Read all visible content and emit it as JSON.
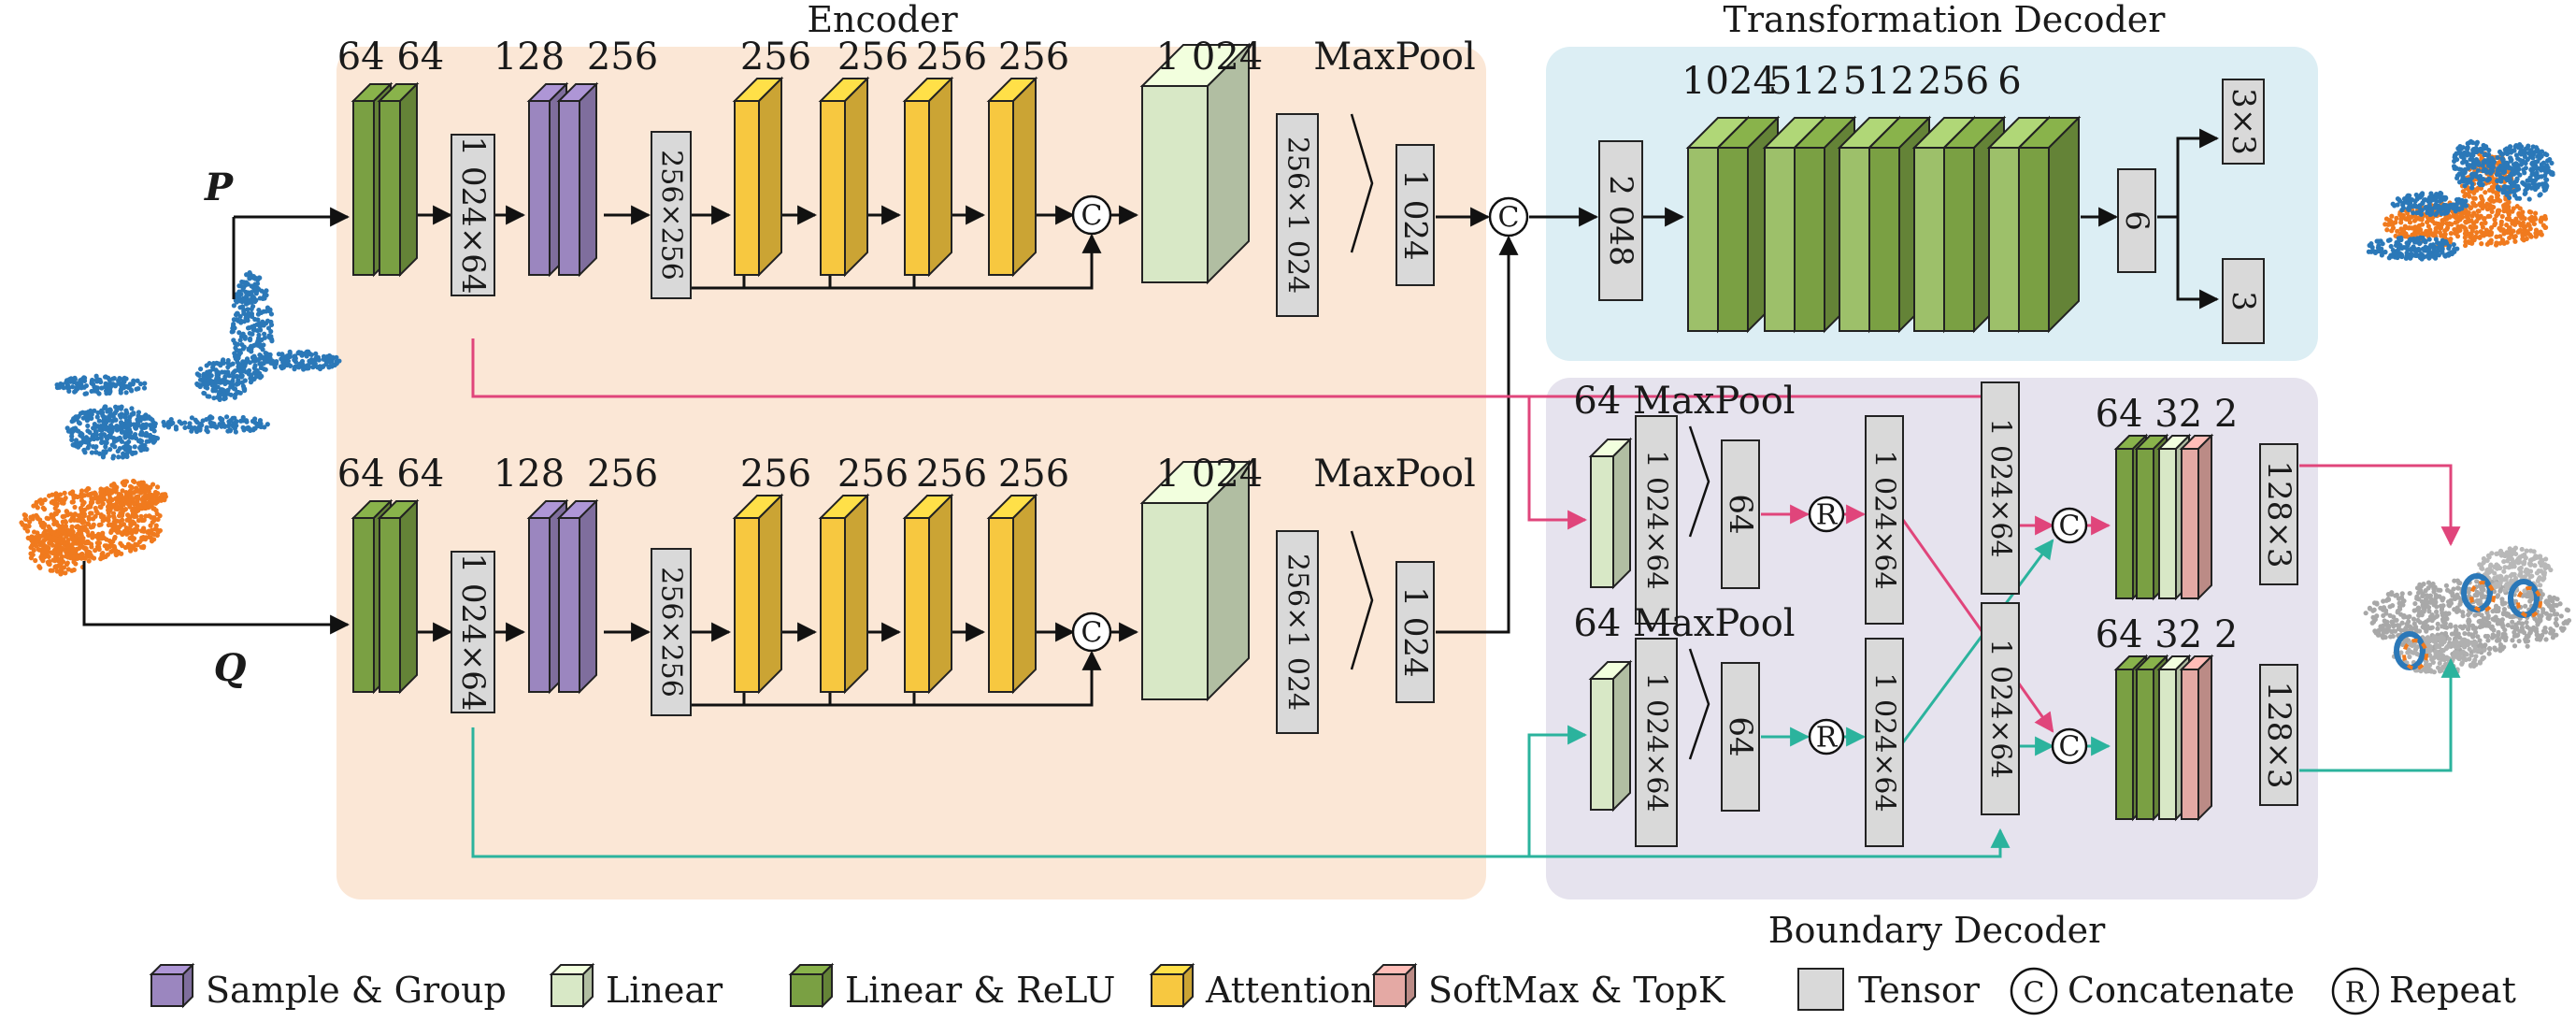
{
  "titles": {
    "encoder": "Encoder",
    "transformation_decoder": "Transformation Decoder",
    "boundary_decoder": "Boundary Decoder"
  },
  "inputs": {
    "p": "P",
    "q": "Q"
  },
  "encoder_p": {
    "labels": [
      "64 64",
      "128",
      "256",
      "256",
      "256",
      "256",
      "256",
      "1 024",
      "MaxPool"
    ],
    "tensors": [
      "1 024×64",
      "256×256",
      "256×1 024",
      "1 024"
    ]
  },
  "encoder_q": {
    "labels": [
      "64 64",
      "128",
      "256",
      "256",
      "256",
      "256",
      "256",
      "1 024",
      "MaxPool"
    ],
    "tensors": [
      "1 024×64",
      "256×256",
      "256×1 024",
      "1 024"
    ]
  },
  "transformation": {
    "labels": [
      "1024",
      "512",
      "512",
      "256",
      "6"
    ],
    "tensors": [
      "2 048",
      "6",
      "3×3",
      "3"
    ]
  },
  "boundary": {
    "row1": {
      "label": "64 MaxPool",
      "tensors": [
        "1 024×64",
        "64",
        "1 024×64",
        "1 024×64"
      ],
      "out_labels": "64 32 2",
      "out_tensor": "128×3"
    },
    "row2": {
      "label": "64 MaxPool",
      "tensors": [
        "1 024×64",
        "64",
        "1 024×64",
        "1 024×64"
      ],
      "out_labels": "64 32 2",
      "out_tensor": "128×3"
    }
  },
  "symbols": {
    "concat": "C",
    "repeat": "R"
  },
  "legend": [
    {
      "label": "Sample & Group",
      "kind": "block",
      "color": "#9b86bf"
    },
    {
      "label": "Linear",
      "kind": "block",
      "color": "#d8e8c6"
    },
    {
      "label": "Linear & ReLU",
      "kind": "block",
      "color": "#7aa043"
    },
    {
      "label": "Attention",
      "kind": "block",
      "color": "#f7c840"
    },
    {
      "label": "SoftMax & TopK",
      "kind": "block",
      "color": "#e4a9a4"
    },
    {
      "label": "Tensor",
      "kind": "tensor",
      "color": "#d9d9d9"
    },
    {
      "label": "Concatenate",
      "kind": "circle",
      "symbol": "C"
    },
    {
      "label": "Repeat",
      "kind": "circle",
      "symbol": "R"
    }
  ],
  "colors": {
    "encoder_bg": "#fbe7d6",
    "transformation_bg": "#dceef4",
    "boundary_bg": "#e6e3ee",
    "pink_path": "#e0457b",
    "teal_path": "#2bb39d",
    "plane_blue": "#2b78b8",
    "plane_orange": "#f07a1e"
  }
}
